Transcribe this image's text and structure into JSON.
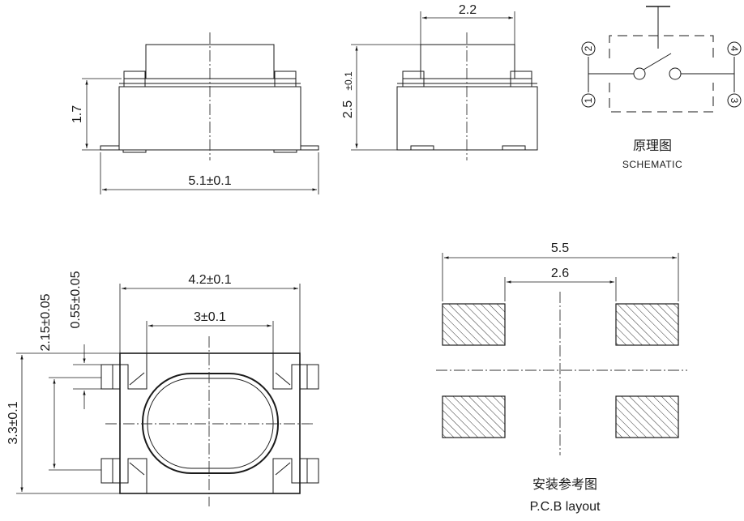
{
  "front_view": {
    "height_dim": "1.7",
    "width_dim": "5.1±0.1"
  },
  "side_view": {
    "top_dim": "2.2",
    "height_dim_main": "2.5",
    "height_dim_tol": "±0.1"
  },
  "schematic": {
    "caption_cn": "原理图",
    "caption_en": "SCHEMATIC",
    "pins": [
      "1",
      "2",
      "3",
      "4"
    ]
  },
  "top_view": {
    "width_dim": "4.2±0.1",
    "inner_dim": "3±0.1",
    "pin_offset_dim": "2.15±0.05",
    "pin_width_dim": "0.55±0.05",
    "height_dim": "3.3±0.1"
  },
  "pcb_layout": {
    "outer_dim": "5.5",
    "inner_dim": "2.6",
    "caption_cn": "安装参考图",
    "caption_en": "P.C.B layout"
  }
}
